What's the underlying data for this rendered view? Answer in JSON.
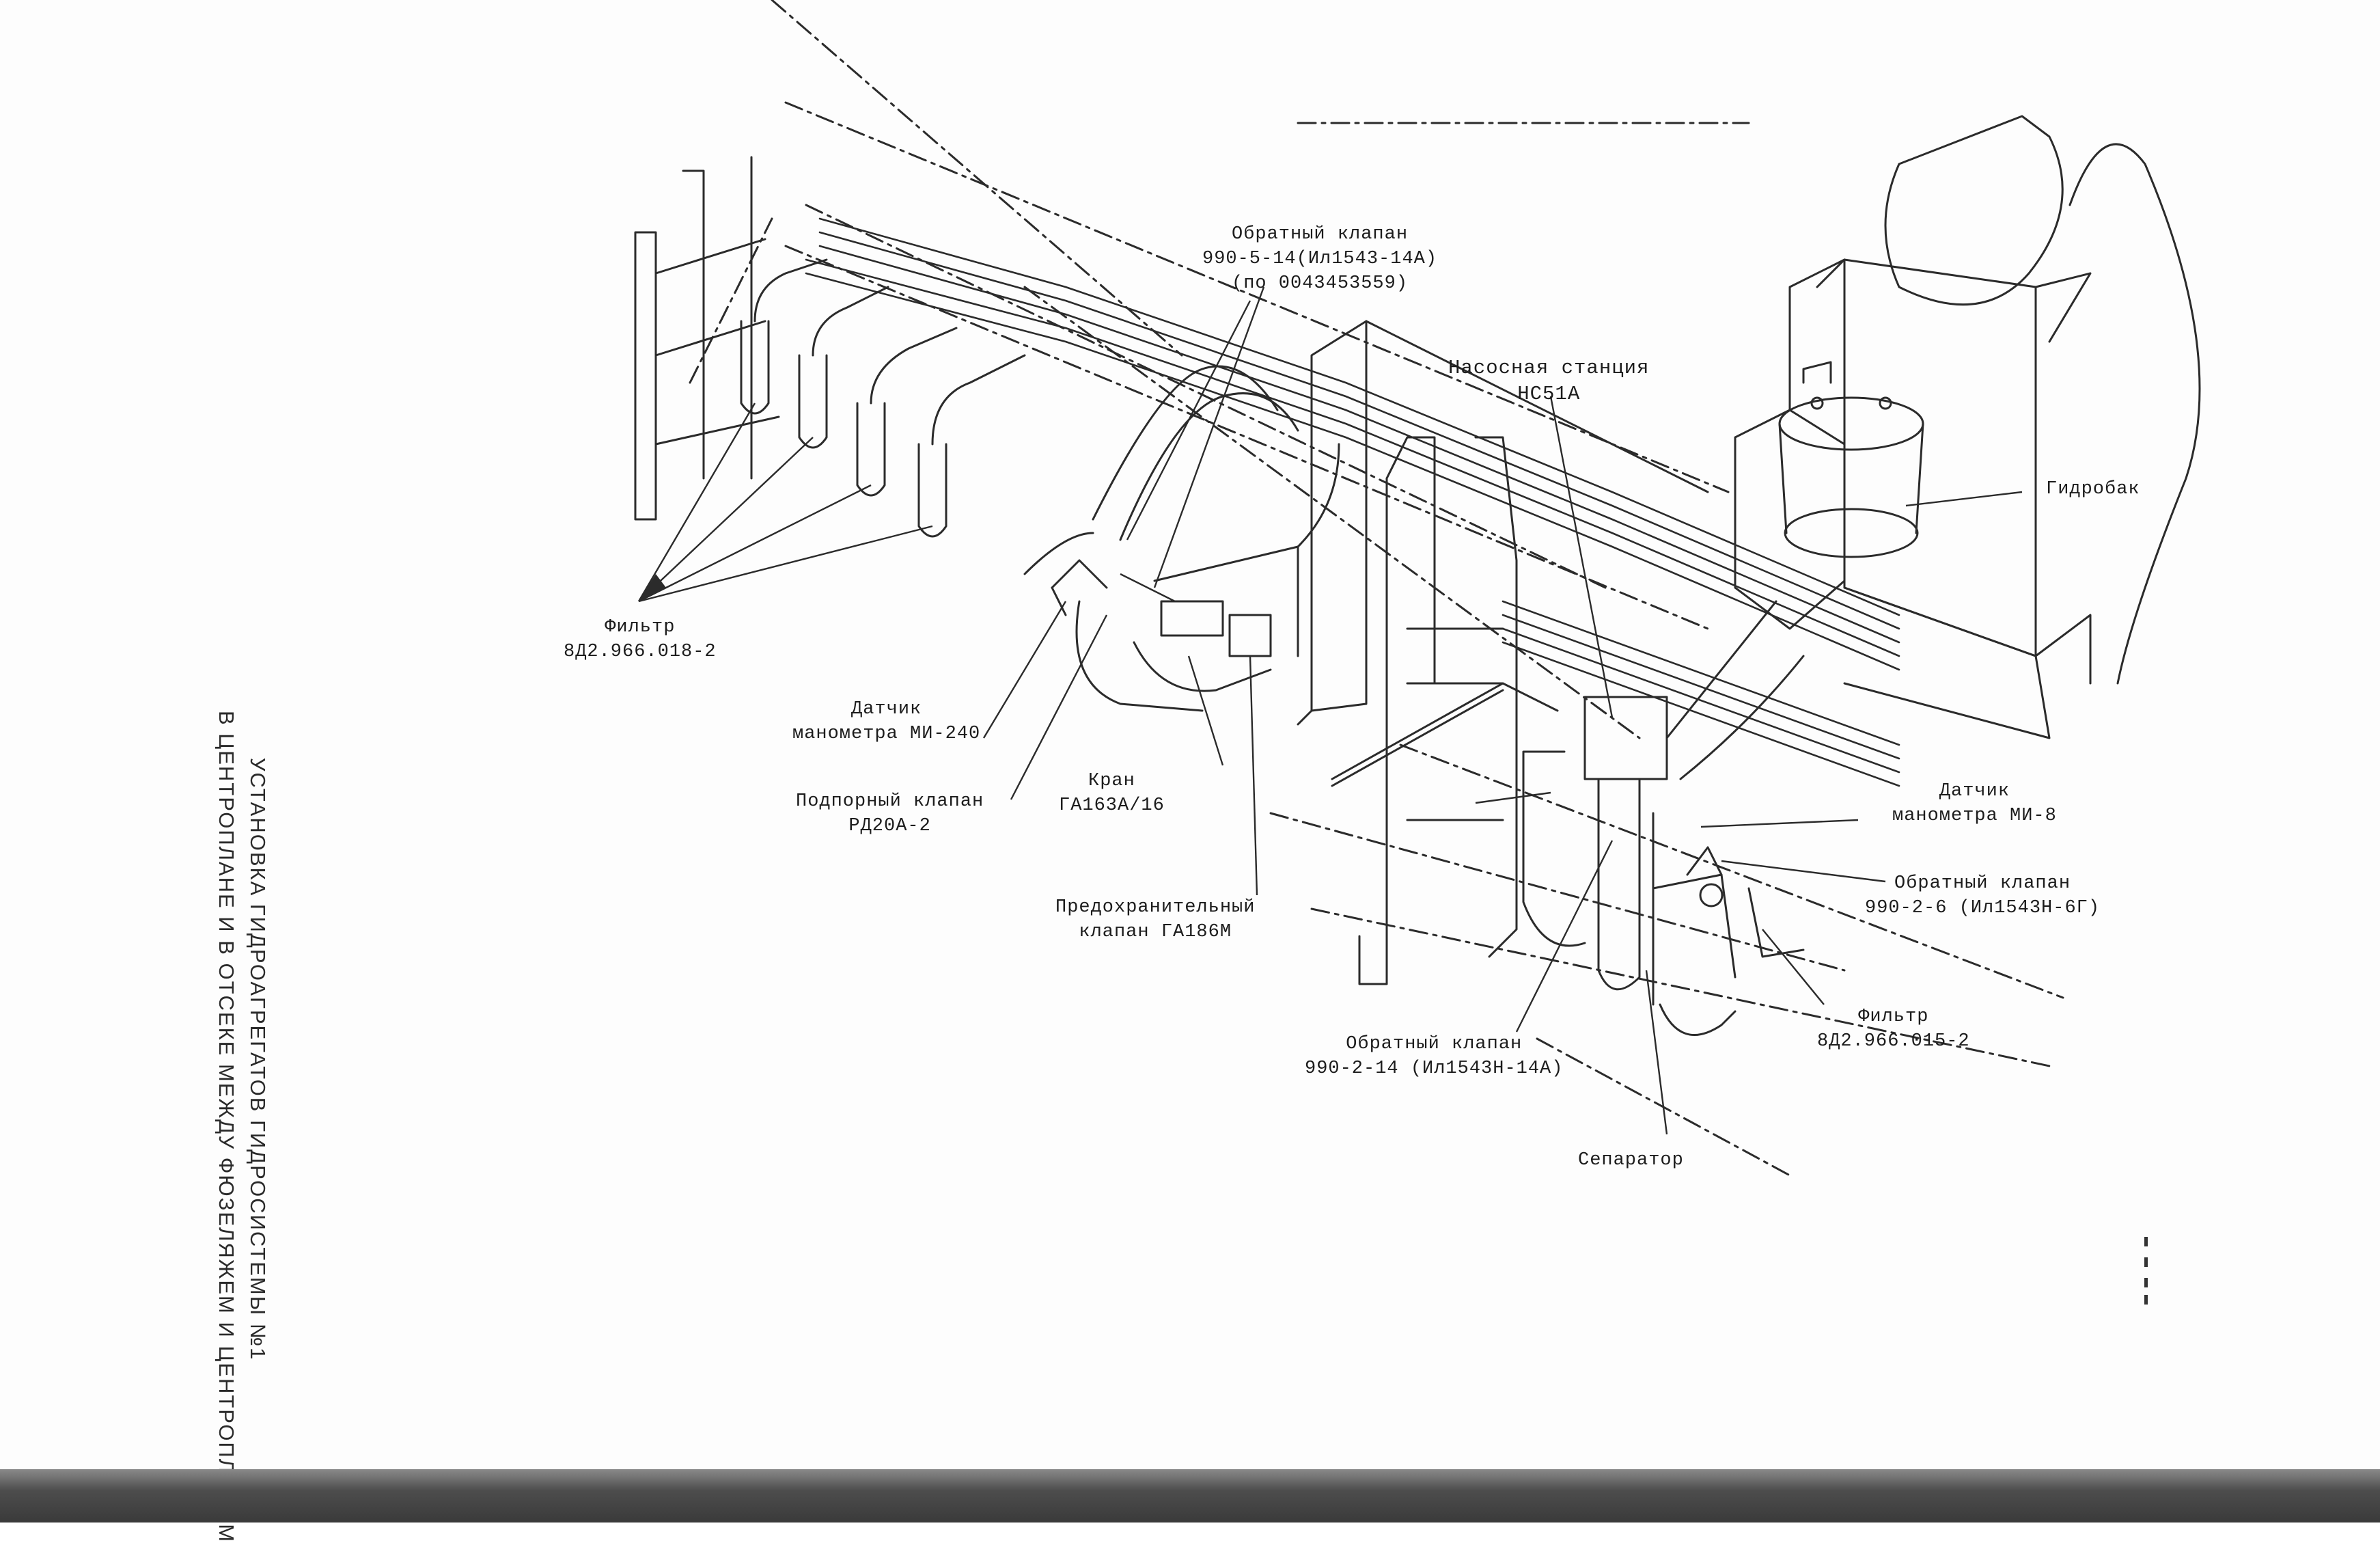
{
  "title": {
    "line1": "УСТАНОВКА ГИДРОАГРЕГАТОВ ГИДРОСИСТЕМЫ №1",
    "line2": "В ЦЕНТРОПЛАНЕ И В ОТСЕКЕ МЕЖДУ ФЮЗЕЛЯЖЕМ И ЦЕНТРОПЛАНОМ"
  },
  "labels": {
    "check_valve_top": {
      "line1": "Обратный клапан",
      "line2": "990-5-14(Ил1543-14А)",
      "line3": "(по 0043453559)"
    },
    "pump_station": {
      "line1": "Насосная станция",
      "line2": "НС51А"
    },
    "hydro_tank": "Гидробак",
    "filter_left": {
      "line1": "Фильтр",
      "line2": "8Д2.966.018-2"
    },
    "gauge_sensor_240": {
      "line1": "Датчик",
      "line2": "манометра МИ-240"
    },
    "valve_crane": {
      "line1": "Кран",
      "line2": "ГА163А/16"
    },
    "backpressure_valve": {
      "line1": "Подпорный клапан",
      "line2": "РД20А-2"
    },
    "safety_valve": {
      "line1": "Предохранительный",
      "line2": "клапан ГА186М"
    },
    "gauge_sensor_8": {
      "line1": "Датчик",
      "line2": "манометра МИ-8"
    },
    "check_valve_right": {
      "line1": "Обратный клапан",
      "line2": "990-2-6 (Ил1543Н-6Г)"
    },
    "filter_right": {
      "line1": "Фильтр",
      "line2": "8Д2.966.015-2"
    },
    "check_valve_bottom": {
      "line1": "Обратный клапан",
      "line2": "990-2-14 (Ил1543Н-14А)"
    },
    "separator": "Сепаратор"
  }
}
